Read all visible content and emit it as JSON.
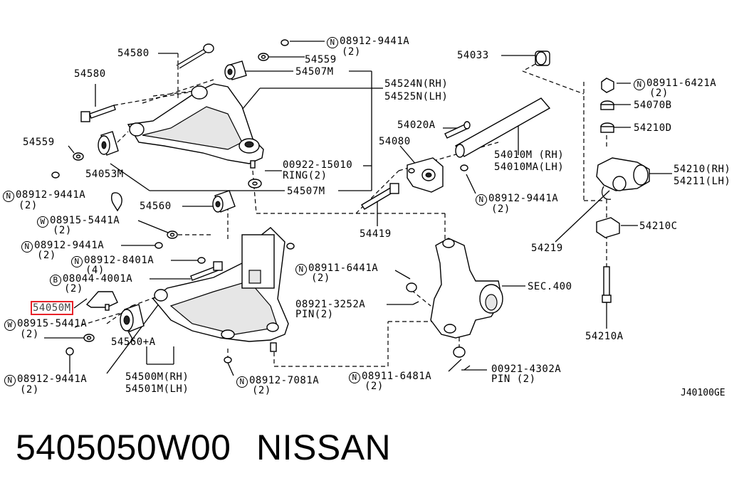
{
  "diagram": {
    "code": "J40100GE",
    "labels": {
      "p54580_top": "54580",
      "p54580_left": "54580",
      "p54559_top": "54559",
      "p54559_left": "54559",
      "p54507M_top": "54507M",
      "p54507M_bot": "54507M",
      "p54524N": "54524N(RH)",
      "p54525N": "54525N(LH)",
      "n08912_9441A_top": "08912-9441A",
      "n08912_9441A_top_q": "(2)",
      "p54053M": "54053M",
      "n08912_9441A_l1": "08912-9441A",
      "n08912_9441A_l1_q": "(2)",
      "p00922_15010": "00922-15010",
      "ring2": "RING(2)",
      "p54560": "54560",
      "w08915_5441A_1": "08915-5441A",
      "w08915_5441A_1_q": "(2)",
      "n08912_9441A_l2": "08912-9441A",
      "n08912_9441A_l2_q": "(2)",
      "n08912_8401A": "08912-8401A",
      "n08912_8401A_q": "(4)",
      "b08044_4001A": "08044-4001A",
      "b08044_4001A_q": "(2)",
      "p54050M": "54050M",
      "w08915_5441A_2": "08915-5441A",
      "w08915_5441A_2_q": "(2)",
      "p54560A": "54560+A",
      "n08912_9441A_l3": "08912-9441A",
      "n08912_9441A_l3_q": "(2)",
      "p54500M": "54500M(RH)",
      "p54501M": "54501M(LH)",
      "n08912_7081A": "08912-7081A",
      "n08912_7081A_q": "(2)",
      "p54033": "54033",
      "p54020A": "54020A",
      "p54080": "54080",
      "p54010M": "54010M (RH)",
      "p54010MA": "54010MA(LH)",
      "n08912_9441A_m": "08912-9441A",
      "n08912_9441A_m_q": "(2)",
      "p54419": "54419",
      "n08911_6441A": "08911-6441A",
      "n08911_6441A_q": "(2)",
      "p08921_3252A": "08921-3252A",
      "pin2_a": "PIN(2)",
      "sec400": "SEC.400",
      "n08911_6481A": "08911-6481A",
      "n08911_6481A_q": "(2)",
      "p00921_4302A": "00921-4302A",
      "pin2_b": "PIN (2)",
      "n08911_6421A": "08911-6421A",
      "n08911_6421A_q": "(2)",
      "p54070B": "54070B",
      "p54210D": "54210D",
      "p54210RH": "54210(RH)",
      "p54211LH": "54211(LH)",
      "p54219": "54219",
      "p54210C": "54210C",
      "p54210A": "54210A"
    },
    "symbols": {
      "N": "N",
      "W": "W",
      "B": "B"
    }
  },
  "footer": {
    "part_number": "5405050W00",
    "brand": "NISSAN"
  },
  "colors": {
    "highlight": "#e8232a",
    "ink": "#000000"
  }
}
